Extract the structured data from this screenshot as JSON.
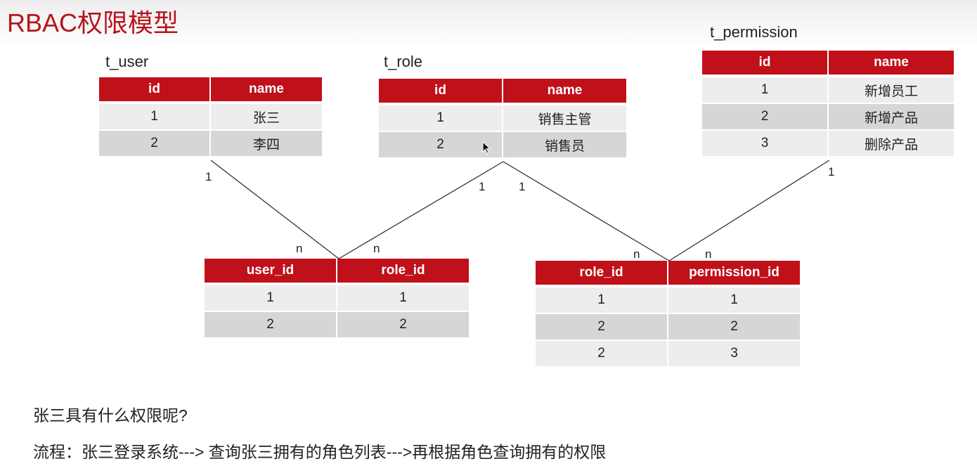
{
  "slide": {
    "title": "RBAC权限模型"
  },
  "tables": {
    "t_user": {
      "name": "t_user",
      "headers": [
        "id",
        "name"
      ],
      "rows": [
        [
          "1",
          "张三"
        ],
        [
          "2",
          "李四"
        ]
      ]
    },
    "t_role": {
      "name": "t_role",
      "headers": [
        "id",
        "name"
      ],
      "rows": [
        [
          "1",
          "销售主管"
        ],
        [
          "2",
          "销售员"
        ]
      ]
    },
    "t_permission": {
      "name": "t_permission",
      "headers": [
        "id",
        "name"
      ],
      "rows": [
        [
          "1",
          "新增员工"
        ],
        [
          "2",
          "新增产品"
        ],
        [
          "3",
          "删除产品"
        ]
      ]
    },
    "user_role": {
      "headers": [
        "user_id",
        "role_id"
      ],
      "rows": [
        [
          "1",
          "1"
        ],
        [
          "2",
          "2"
        ]
      ]
    },
    "role_permission": {
      "headers": [
        "role_id",
        "permission_id"
      ],
      "rows": [
        [
          "1",
          "1"
        ],
        [
          "2",
          "2"
        ],
        [
          "2",
          "3"
        ]
      ]
    }
  },
  "cardinality": {
    "user_side": "1",
    "user_role_left_n": "n",
    "role_left_side": "1",
    "user_role_right_n": "n",
    "role_right_side": "1",
    "role_perm_left_n": "n",
    "perm_side": "1",
    "role_perm_right_n": "n"
  },
  "footer": {
    "question": "张三具有什么权限呢?",
    "flow": "流程：张三登录系统---> 查询张三拥有的角色列表--->再根据角色查询拥有的权限"
  },
  "colors": {
    "accent": "#c0101a",
    "title": "#b8141c",
    "row_light": "#ededed",
    "row_dark": "#d6d6d6"
  }
}
